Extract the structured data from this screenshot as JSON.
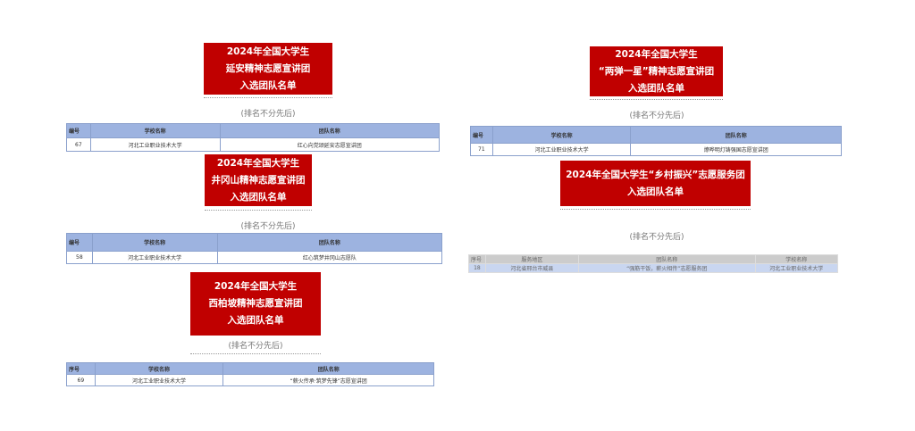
{
  "note": "(排名不分先后)",
  "blocks": [
    {
      "title": [
        "2024年全国大学生",
        "延安精神志愿宣讲团",
        "入选团队名单"
      ],
      "headers": [
        "编号",
        "学校名称",
        "团队名称"
      ],
      "row": [
        "67",
        "河北工业职业技术大学",
        "红心向党颂延安志愿宣讲团"
      ]
    },
    {
      "title": [
        "2024年全国大学生",
        "井冈山精神志愿宣讲团",
        "入选团队名单"
      ],
      "headers": [
        "编号",
        "学校名称",
        "团队名称"
      ],
      "row": [
        "58",
        "河北工业职业技术大学",
        "红心筑梦井冈山志愿队"
      ]
    },
    {
      "title": [
        "2024年全国大学生",
        "西柏坡精神志愿宣讲团",
        "入选团队名单"
      ],
      "headers": [
        "序号",
        "学校名称",
        "团队名称"
      ],
      "row": [
        "69",
        "河北工业职业技术大学",
        "“薪火传承·筑梦先锋”志愿宣讲团"
      ]
    },
    {
      "title": [
        "2024年全国大学生",
        "“两弹一星”精神志愿宣讲团",
        "入选团队名单"
      ],
      "headers": [
        "编号",
        "学校名称",
        "团队名称"
      ],
      "row": [
        "71",
        "河北工业职业技术大学",
        "燎晔明灯铸强国志愿宣讲团"
      ]
    },
    {
      "title": [
        "2024年全国大学生“乡村振兴”志愿服务团",
        "入选团队名单"
      ],
      "headers": [
        "序号",
        "服务地区",
        "团队名称",
        "学校名称"
      ],
      "row": [
        "18",
        "河北省邢台市威县",
        "“强筋干饭，薪火相传”志愿服务团",
        "河北工业职业技术大学"
      ]
    }
  ]
}
